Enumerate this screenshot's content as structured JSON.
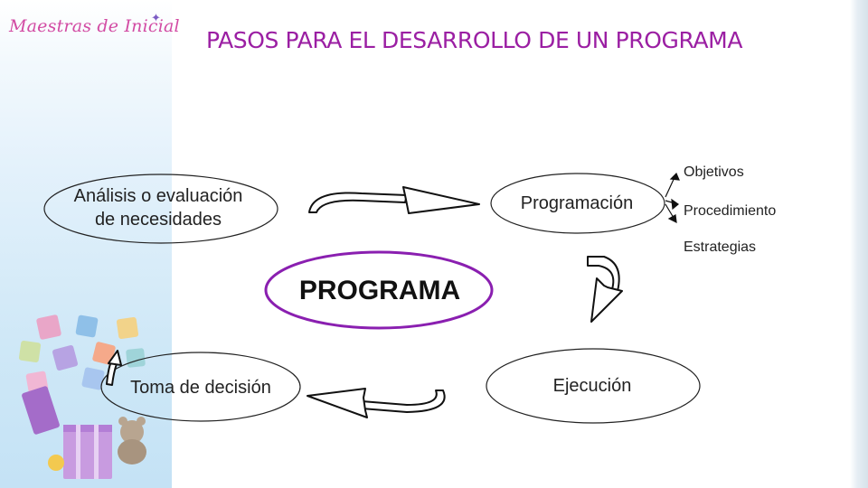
{
  "logo": {
    "text": "Maestras de Inicial"
  },
  "title": "PASOS PARA EL DESARROLLO DE UN PROGRAMA",
  "nodes": {
    "analisis": {
      "line1": "Análisis o evaluación",
      "line2": "de necesidades"
    },
    "programacion": {
      "label": "Programación"
    },
    "ejecucion": {
      "label": "Ejecución"
    },
    "toma_decision": {
      "label": "Toma de decisión"
    },
    "programa": {
      "label": "PROGRAMA"
    }
  },
  "programacion_items": [
    "Objetivos",
    "Procedimiento",
    "Estrategias"
  ],
  "colors": {
    "title": "#9b1fa3",
    "programa_border": "#8a1fb0",
    "logo": "#d24aa3"
  }
}
